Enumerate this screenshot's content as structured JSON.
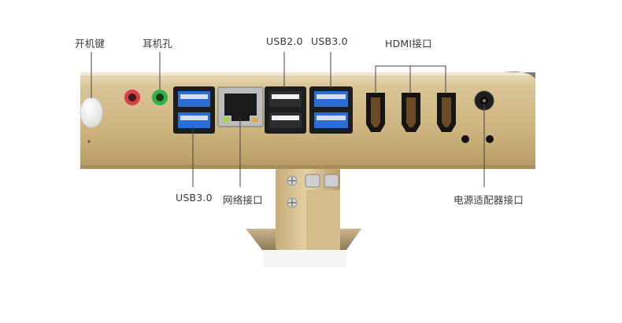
{
  "labels": {
    "power_button": "开机键",
    "headphone_jack": "耳机孔",
    "usb20": "USB2.0",
    "usb30_top": "USB3.0",
    "hdmi": "HDMI接口",
    "usb30_bottom": "USB3.0",
    "network": "网络接口",
    "power_adapter": "电源适配器接口"
  },
  "colors": {
    "chassis_gold": "#cdb47f",
    "usb3_blue": "#2a6fd6",
    "audio_red": "#d7404b",
    "audio_green": "#2fb14b"
  }
}
